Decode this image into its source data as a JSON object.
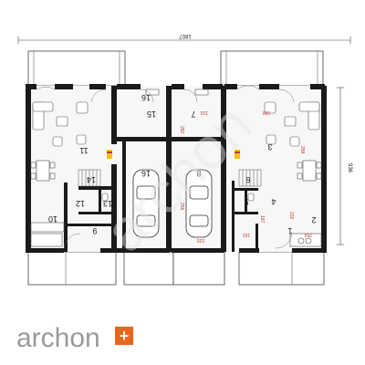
{
  "plan": {
    "overall_width": "1807",
    "overall_depth": "936",
    "rooms": [
      "1",
      "2",
      "3",
      "4",
      "5",
      "6",
      "7",
      "8",
      "9",
      "10",
      "11",
      "12",
      "13",
      "14",
      "15",
      "16"
    ],
    "dims": {
      "d500": "500",
      "d310": "310",
      "d282": "282",
      "d258": "258",
      "d232": "232",
      "d515": "515",
      "d256": "256",
      "d253": "253",
      "d187": "187",
      "d161": "161"
    }
  },
  "brand": {
    "name": "archon",
    "plus": "+",
    "watermark": "archon"
  },
  "colors": {
    "wall": "#1a1a1a",
    "floor": "#f7f7f7",
    "terrace": "#ffffff",
    "accent_yellow": "#f2c300",
    "accent_red": "#d32f2f",
    "brand_gray": "#9a9a9a",
    "logo_orange": "#e8661a"
  }
}
